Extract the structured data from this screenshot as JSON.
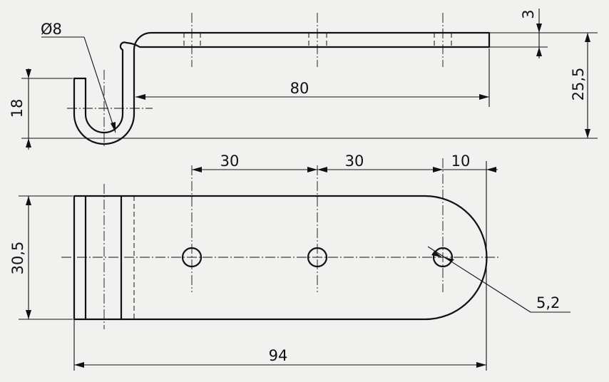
{
  "drawing": {
    "side_view": {
      "hole_diameter": "Ø8",
      "thickness": "3",
      "overall_height": "25,5",
      "hole_center_height": "18",
      "length_from_bend": "80"
    },
    "top_view": {
      "hole_spacing_1": "30",
      "hole_spacing_2": "30",
      "hole_to_end": "10",
      "width": "30,5",
      "hole_diameter": "5,2",
      "overall_length": "94"
    }
  }
}
